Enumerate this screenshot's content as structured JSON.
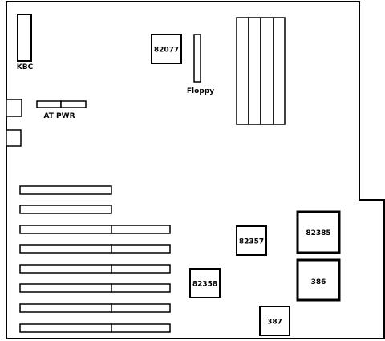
{
  "labels": {
    "kbc": "KBC",
    "at_pwr": "AT PWR",
    "floppy": "Floppy",
    "chip_82077": "82077",
    "chip_82357": "82357",
    "chip_82358": "82358",
    "chip_82385": "82385",
    "chip_386": "386",
    "chip_387": "387"
  },
  "colors": {
    "outline": "#000000",
    "background": "#ffffff"
  }
}
